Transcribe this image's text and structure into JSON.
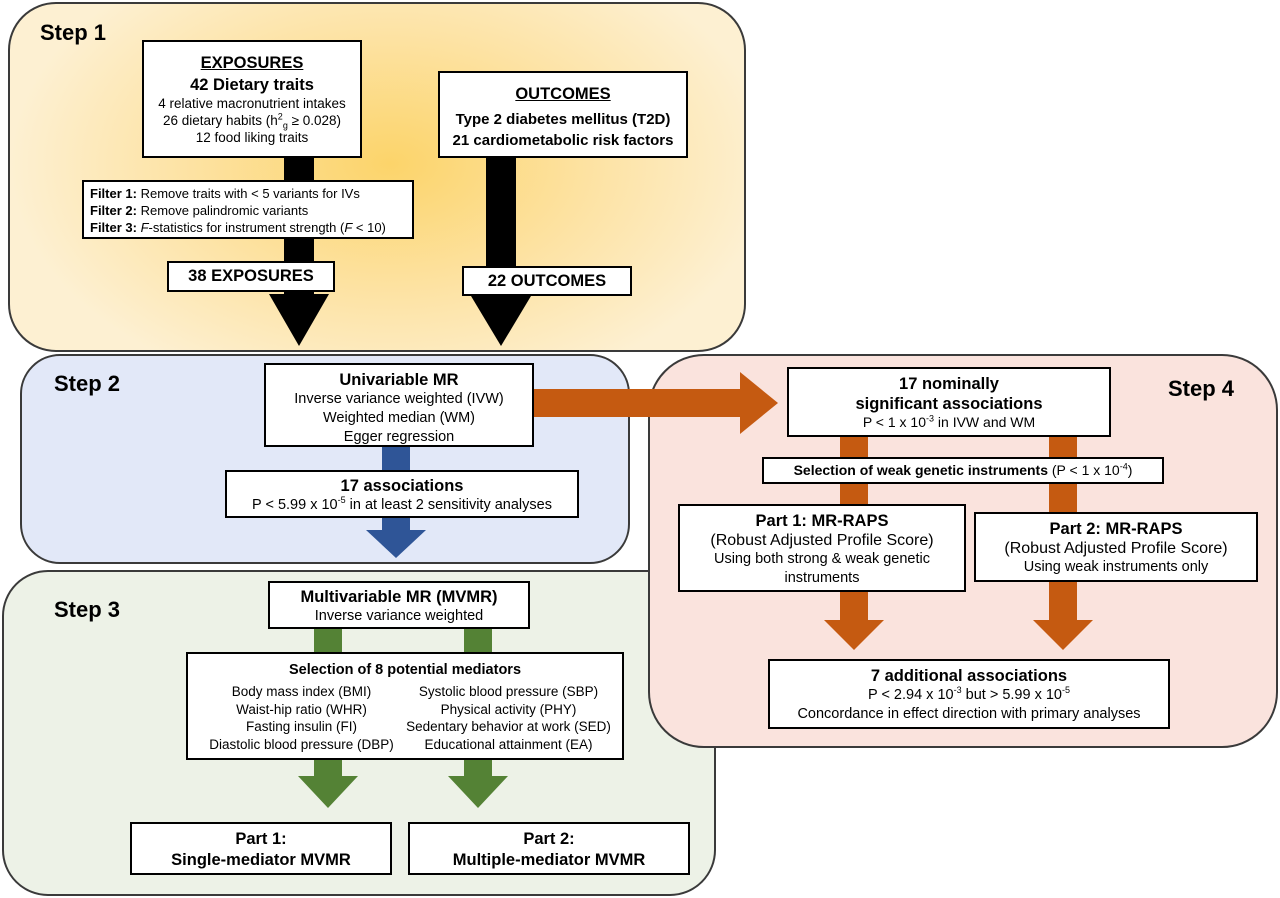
{
  "step1": {
    "label": "Step 1",
    "exposures": {
      "title": "EXPOSURES",
      "subtitle": "42 Dietary traits",
      "line1": "4 relative macronutrient intakes",
      "line2_a": "26 dietary habits  (h",
      "line2_sup": "2",
      "line2_sub": "g",
      "line2_b": " ≥ 0.028)",
      "line3": "12 food liking traits"
    },
    "outcomes": {
      "title": "OUTCOMES",
      "line1": "Type 2 diabetes mellitus (T2D)",
      "line2": "21 cardiometabolic risk factors"
    },
    "filters": {
      "f1_label": "Filter 1:",
      "f1_text": " Remove traits with < 5 variants for IVs",
      "f2_label": "Filter 2:",
      "f2_text": " Remove palindromic variants",
      "f3_label": "Filter 3:",
      "f3_italic": "F",
      "f3_text_a": "-statistics for instrument strength (",
      "f3_italic2": "F",
      "f3_text_b": " < 10)"
    },
    "exposures_count": "38 EXPOSURES",
    "outcomes_count": "22 OUTCOMES"
  },
  "step2": {
    "label": "Step 2",
    "univariable": {
      "title": "Univariable MR",
      "line1": "Inverse variance weighted (IVW)",
      "line2": "Weighted median (WM)",
      "line3": "Egger regression"
    },
    "associations": {
      "title": "17 associations",
      "line_a": "P < 5.99 x 10",
      "line_sup": "-5",
      "line_b": " in at least 2 sensitivity analyses"
    }
  },
  "step3": {
    "label": "Step 3",
    "mvmr": {
      "title": "Multivariable MR (MVMR)",
      "line1": "Inverse variance weighted"
    },
    "mediators": {
      "title": "Selection of 8 potential mediators",
      "left": [
        "Body mass index (BMI)",
        "Waist-hip ratio (WHR)",
        "Fasting insulin (FI)",
        "Diastolic blood pressure (DBP)"
      ],
      "right": [
        "Systolic blood pressure (SBP)",
        "Physical activity (PHY)",
        "Sedentary behavior at work (SED)",
        "Educational attainment (EA)"
      ]
    },
    "part1": {
      "line1": "Part 1:",
      "line2": "Single-mediator MVMR"
    },
    "part2": {
      "line1": "Part 2:",
      "line2": "Multiple-mediator MVMR"
    }
  },
  "step4": {
    "label": "Step 4",
    "nominal": {
      "line1": "17 nominally",
      "line2": "significant associations",
      "line3_a": "P < 1 x 10",
      "line3_sup": "-3",
      "line3_b": " in IVW and WM"
    },
    "weak_selection": {
      "text_a": "Selection of weak genetic instruments",
      "text_b": " (P < 1 x 10",
      "text_sup": "-4",
      "text_c": ")"
    },
    "part1": {
      "title": "Part 1: MR-RAPS",
      "line1": "(Robust Adjusted Profile Score)",
      "line2": "Using both strong & weak genetic",
      "line3": "instruments"
    },
    "part2": {
      "title": "Part 2: MR-RAPS",
      "line1": "(Robust Adjusted Profile Score)",
      "line2": "Using weak instruments only"
    },
    "additional": {
      "title": "7 additional associations",
      "line1_a": "P < 2.94 x 10",
      "line1_sup": "-3",
      "line1_b": " but  > 5.99 x 10",
      "line1_sup2": "-5",
      "line2": "Concordance in effect direction with primary analyses"
    }
  },
  "colors": {
    "step1_bg": "#fde7b0",
    "step1_glow": "#fcd56a",
    "step2_bg": "#d4dcf3",
    "step2_glow": "#8ea6e6",
    "step3_bg": "#dde6d4",
    "step4_bg": "#f6d3cc",
    "step4_glow": "#ee9f8f",
    "black_arrow": "#000000",
    "blue_arrow": "#2f5597",
    "green_arrow": "#548235",
    "orange_arrow": "#c55a11"
  }
}
